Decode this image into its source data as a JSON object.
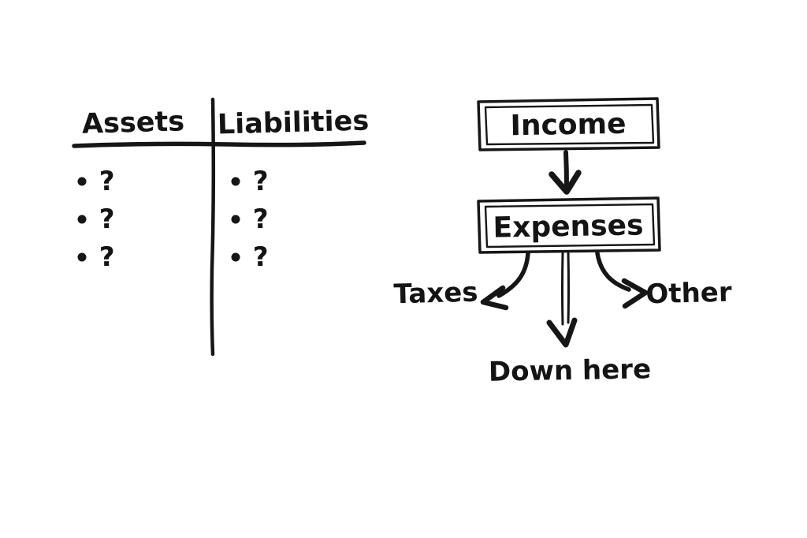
{
  "canvas": {
    "background_color": "#ffffff",
    "ink_color": "#161616"
  },
  "table": {
    "bullet_glyph": "•",
    "columns": [
      {
        "header": "Assets",
        "items": [
          "?",
          "?",
          "?"
        ]
      },
      {
        "header": "Liabilities",
        "items": [
          "?",
          "?",
          "?"
        ]
      }
    ]
  },
  "flowchart": {
    "nodes": [
      {
        "label": "Income"
      },
      {
        "label": "Expenses"
      }
    ],
    "branches": [
      {
        "label": "Taxes"
      },
      {
        "label": "Down here"
      },
      {
        "label": "Other"
      }
    ]
  }
}
